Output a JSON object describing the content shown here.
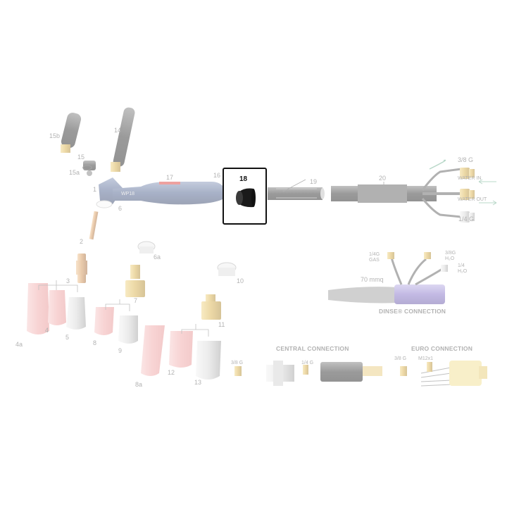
{
  "labels": {
    "p15b": "15b",
    "p14": "14",
    "p15": "15",
    "p15a": "15a",
    "p1": "1",
    "p6": "6",
    "p17": "17",
    "p16": "16",
    "p18": "18",
    "p19": "19",
    "p20": "20",
    "p2": "2",
    "p3": "3",
    "p6a": "6a",
    "p7": "7",
    "p4a": "4a",
    "p4": "4",
    "p5": "5",
    "p8": "8",
    "p9": "9",
    "p8a": "8a",
    "p10": "10",
    "p11": "11",
    "p12": "12",
    "p13": "13",
    "wp18": "WP18"
  },
  "fittings": {
    "g38_top": "3/8 G",
    "water_in": "WATER IN",
    "water_out": "WATER OUT",
    "g14": "1/4 G"
  },
  "dinse": {
    "gas_1": "1/4G",
    "gas_2": "GAS",
    "h2o_in_1": "3/8G",
    "h2o_in_2": "H₂O",
    "h2o_out_1": "1/4",
    "h2o_out_2": "H₂O",
    "length": "70 mmq",
    "title": "DINSE® CONNECTION"
  },
  "central": {
    "title": "CENTRAL CONNECTION",
    "g38": "3/8 G",
    "g14": "1/4 G"
  },
  "euro": {
    "title": "EURO CONNECTION",
    "g38": "3/8 G",
    "m12": "M12x1"
  },
  "colors": {
    "highlight_border": "#111111",
    "torch_blue": "#4a5f8a",
    "ceramic_pink": "#f2a9a9",
    "brass": "#d9b34a"
  }
}
